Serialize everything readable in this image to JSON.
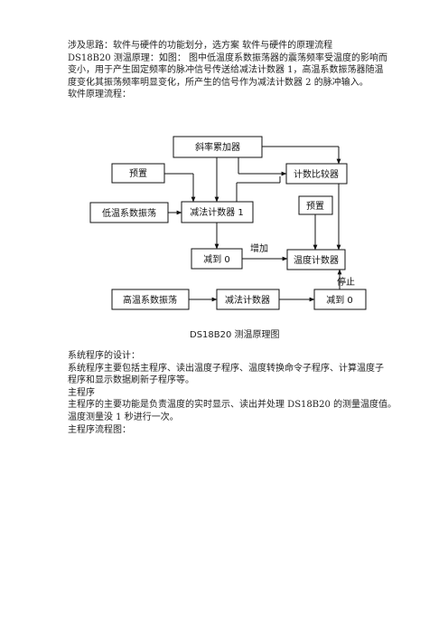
{
  "intro": {
    "lines": [
      "涉及思路：软件与硬件的功能划分，选方案 软件与硬件的原理流程",
      "DS18B20 测温原理：如图： 图中低温度系数振荡器的震荡频率受温度的影响而",
      "变小，用于产生固定频率的脉冲信号传送给减法计数器 1，高温系数振荡器随温",
      "度变化其振荡频率明显变化，所产生的信号作为减法计数器 2 的脉冲输入。",
      "软件原理流程："
    ]
  },
  "diagram": {
    "boxes": {
      "slope": "斜率累加器",
      "preset1": "预置",
      "low_osc": "低温系数振荡",
      "counter1": "减法计数器 1",
      "compare": "计数比较器",
      "preset2": "预置",
      "zero1": "减到 0",
      "temp_reg": "温度计数器",
      "high_osc": "高温系数振荡",
      "counter2": "减法计数器",
      "zero2": "减到 0"
    },
    "labels": {
      "increase": "增加",
      "stop": "停止"
    },
    "caption": "DS18B20 测温原理图"
  },
  "body": {
    "lines": [
      "系统程序的设计：",
      "系统程序主要包括主程序、读出温度子程序、温度转换命令子程序、计算温度子",
      "程序和显示数据刷新子程序等。",
      "主程序",
      "主程序的主要功能是负责温度的实时显示、读出并处理 DS18B20 的测量温度值。",
      "温度测量没 1 秒进行一次。",
      "主程序流程图："
    ]
  }
}
